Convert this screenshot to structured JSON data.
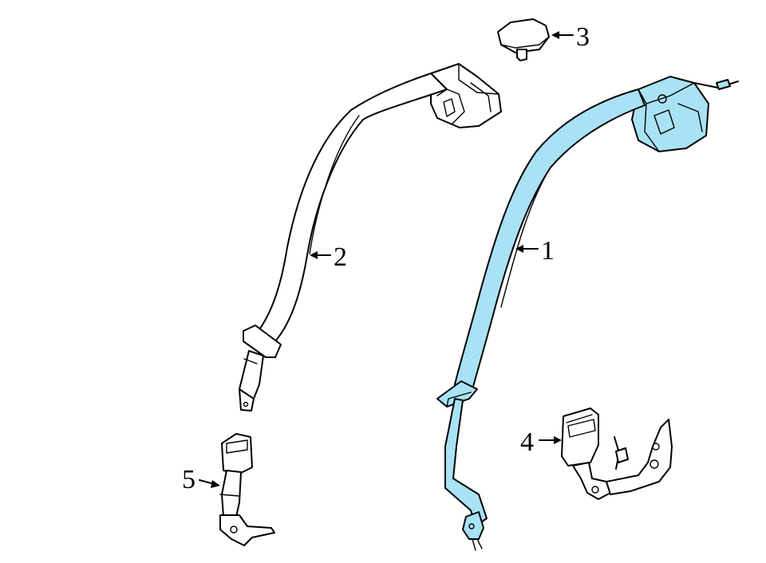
{
  "diagram": {
    "highlight_color": "#a9e2f5",
    "line_color": "#000000",
    "background": "#ffffff",
    "callouts": [
      {
        "id": "1",
        "label": "1",
        "part": "seat-belt-assembly-highlighted"
      },
      {
        "id": "2",
        "label": "2",
        "part": "seat-belt-assembly"
      },
      {
        "id": "3",
        "label": "3",
        "part": "guide-cover"
      },
      {
        "id": "4",
        "label": "4",
        "part": "buckle-assembly"
      },
      {
        "id": "5",
        "label": "5",
        "part": "buckle"
      }
    ]
  }
}
